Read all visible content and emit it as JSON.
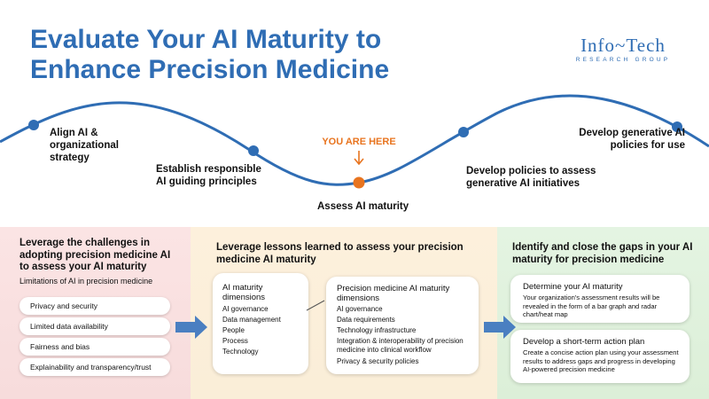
{
  "header": {
    "title": "Evaluate Your AI Maturity to Enhance Precision Medicine",
    "logo_main": "Info~Tech",
    "logo_sub": "RESEARCH GROUP"
  },
  "timeline": {
    "you_are_here": "YOU ARE HERE",
    "milestones": [
      "Align AI & organizational strategy",
      "Establish responsible AI guiding principles",
      "Assess AI maturity",
      "Develop policies to assess generative AI initiatives",
      "Develop generative AI policies for use"
    ]
  },
  "colors": {
    "accent_blue": "#2f6db4",
    "highlight_orange": "#e8741f"
  },
  "panel1": {
    "heading": "Leverage the challenges in adopting precision medicine AI to assess your AI maturity",
    "subtitle": "Limitations of AI in precision medicine",
    "items": [
      "Privacy and security",
      "Limited data availability",
      "Fairness and bias",
      "Explainability and transparency/trust"
    ]
  },
  "panel2": {
    "heading": "Leverage lessons learned to assess your precision medicine AI maturity",
    "card1": {
      "title": "AI maturity dimensions",
      "items": [
        "AI governance",
        "Data management",
        "People",
        "Process",
        "Technology"
      ]
    },
    "card2": {
      "title": "Precision medicine AI maturity dimensions",
      "items": [
        "AI governance",
        "Data requirements",
        "Technology infrastructure",
        "Integration & interoperability of precision medicine into clinical workflow",
        "Privacy & security policies"
      ]
    }
  },
  "panel3": {
    "heading": "Identify and close the gaps in your AI maturity for precision medicine",
    "card1": {
      "title": "Determine your AI maturity",
      "body": "Your organization's assessment results will be revealed in the form of a bar graph and radar chart/heat map"
    },
    "card2": {
      "title": "Develop a short-term action plan",
      "body": "Create a concise action plan using your assessment results to address gaps and progress in developing AI-powered precision medicine"
    }
  }
}
